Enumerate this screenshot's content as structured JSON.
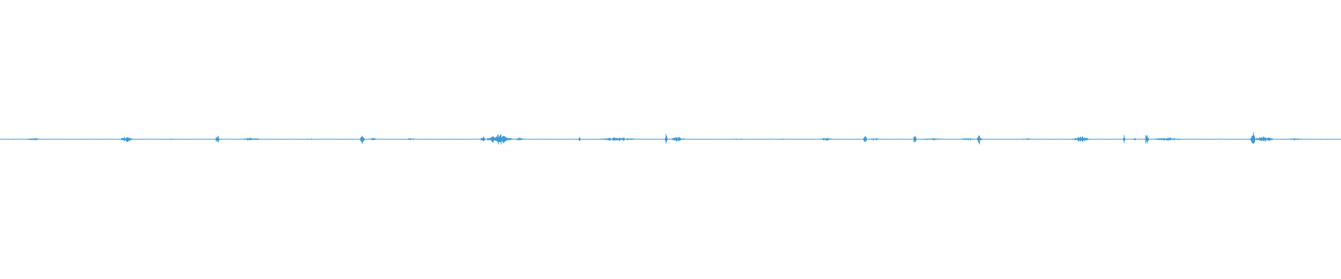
{
  "waveform": {
    "color": "#3d9ad6",
    "background": "#ffffff",
    "duration_fraction_bursts": [
      {
        "center": 0.025,
        "width": 0.014,
        "amp": 0.06
      },
      {
        "center": 0.094,
        "width": 0.012,
        "amp": 0.12
      },
      {
        "center": 0.128,
        "width": 0.008,
        "amp": 0.03
      },
      {
        "center": 0.162,
        "width": 0.004,
        "amp": 0.22
      },
      {
        "center": 0.187,
        "width": 0.018,
        "amp": 0.07
      },
      {
        "center": 0.232,
        "width": 0.01,
        "amp": 0.03
      },
      {
        "center": 0.27,
        "width": 0.004,
        "amp": 0.24
      },
      {
        "center": 0.278,
        "width": 0.008,
        "amp": 0.08
      },
      {
        "center": 0.305,
        "width": 0.016,
        "amp": 0.05
      },
      {
        "center": 0.36,
        "width": 0.004,
        "amp": 0.18
      },
      {
        "center": 0.372,
        "width": 0.02,
        "amp": 0.25
      },
      {
        "center": 0.387,
        "width": 0.01,
        "amp": 0.07
      },
      {
        "center": 0.432,
        "width": 0.002,
        "amp": 0.1
      },
      {
        "center": 0.46,
        "width": 0.036,
        "amp": 0.09
      },
      {
        "center": 0.4965,
        "width": 0.002,
        "amp": 0.45
      },
      {
        "center": 0.505,
        "width": 0.014,
        "amp": 0.1
      },
      {
        "center": 0.55,
        "width": 0.02,
        "amp": 0.03
      },
      {
        "center": 0.585,
        "width": 0.02,
        "amp": 0.03
      },
      {
        "center": 0.616,
        "width": 0.014,
        "amp": 0.07
      },
      {
        "center": 0.645,
        "width": 0.003,
        "amp": 0.22
      },
      {
        "center": 0.652,
        "width": 0.01,
        "amp": 0.06
      },
      {
        "center": 0.682,
        "width": 0.003,
        "amp": 0.25
      },
      {
        "center": 0.695,
        "width": 0.02,
        "amp": 0.05
      },
      {
        "center": 0.73,
        "width": 0.004,
        "amp": 0.24
      },
      {
        "center": 0.722,
        "width": 0.016,
        "amp": 0.06
      },
      {
        "center": 0.765,
        "width": 0.012,
        "amp": 0.04
      },
      {
        "center": 0.806,
        "width": 0.014,
        "amp": 0.15
      },
      {
        "center": 0.838,
        "width": 0.002,
        "amp": 0.18
      },
      {
        "center": 0.846,
        "width": 0.002,
        "amp": 0.14
      },
      {
        "center": 0.855,
        "width": 0.003,
        "amp": 0.4
      },
      {
        "center": 0.87,
        "width": 0.028,
        "amp": 0.07
      },
      {
        "center": 0.934,
        "width": 0.004,
        "amp": 0.45
      },
      {
        "center": 0.942,
        "width": 0.02,
        "amp": 0.12
      },
      {
        "center": 0.966,
        "width": 0.016,
        "amp": 0.05
      }
    ]
  }
}
